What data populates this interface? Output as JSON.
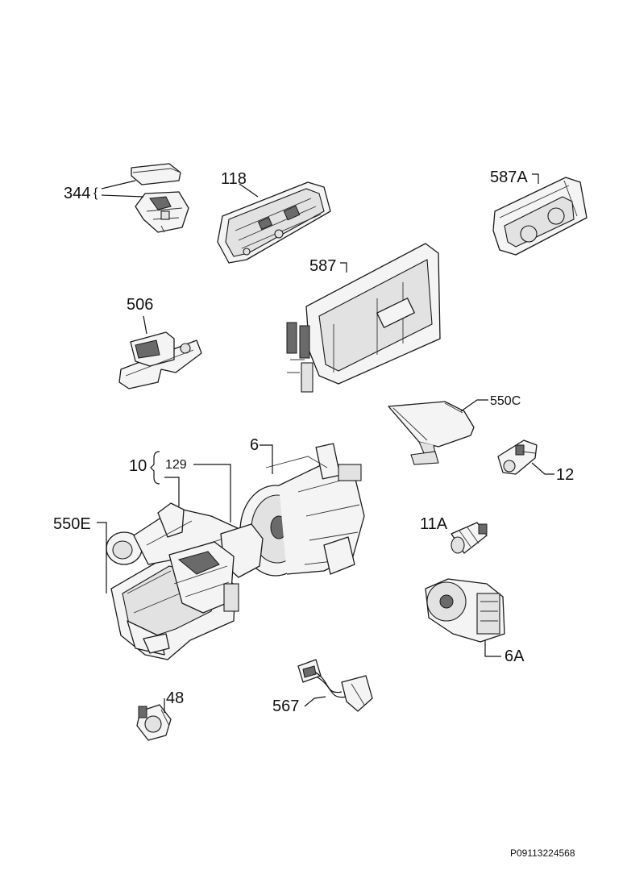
{
  "labels": {
    "l344": "344",
    "l118": "118",
    "l587a": "587A",
    "l587": "587",
    "l506": "506",
    "l550c": "550C",
    "l12": "12",
    "l6": "6",
    "l10": "10",
    "l129": "129",
    "l550e": "550E",
    "l11a": "11A",
    "l6a": "6A",
    "l48": "48",
    "l567": "567"
  },
  "reference": "P09113224568"
}
